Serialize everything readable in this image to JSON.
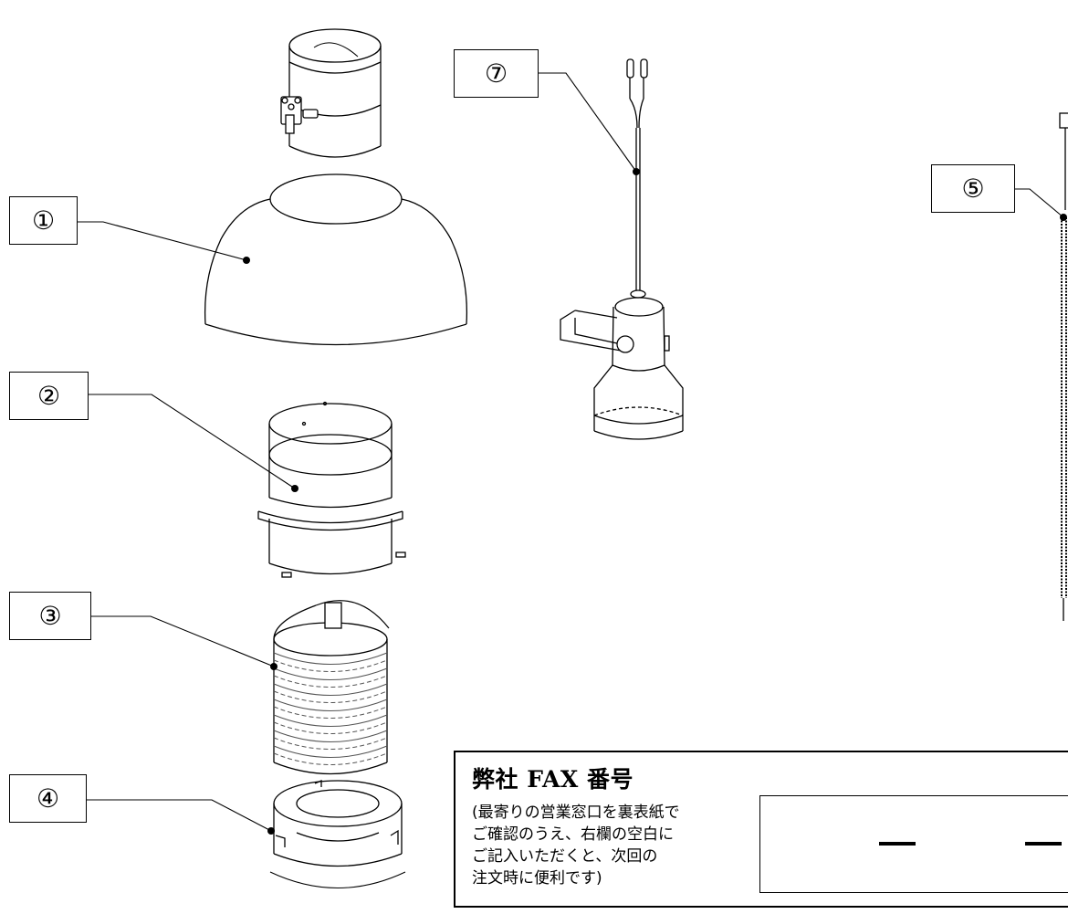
{
  "parts": [
    {
      "id": "1",
      "label": "①",
      "name": "hood"
    },
    {
      "id": "2",
      "label": "②",
      "name": "cylinder-body"
    },
    {
      "id": "3",
      "label": "③",
      "name": "basket"
    },
    {
      "id": "4",
      "label": "④",
      "name": "ring"
    },
    {
      "id": "5",
      "label": "⑤",
      "name": "heater-rod"
    },
    {
      "id": "7",
      "label": "⑦",
      "name": "sensor"
    }
  ],
  "fax_panel": {
    "title": "弊社 FAX 番号",
    "note_lines": [
      "(最寄りの営業窓口を裏表紙で",
      "ご確認のうえ、右欄の空白に",
      "ご記入いただくと、次回の",
      "注文時に便利です)"
    ]
  },
  "colors": {
    "line": "#000000",
    "background": "#ffffff",
    "mesh": "#555555"
  }
}
